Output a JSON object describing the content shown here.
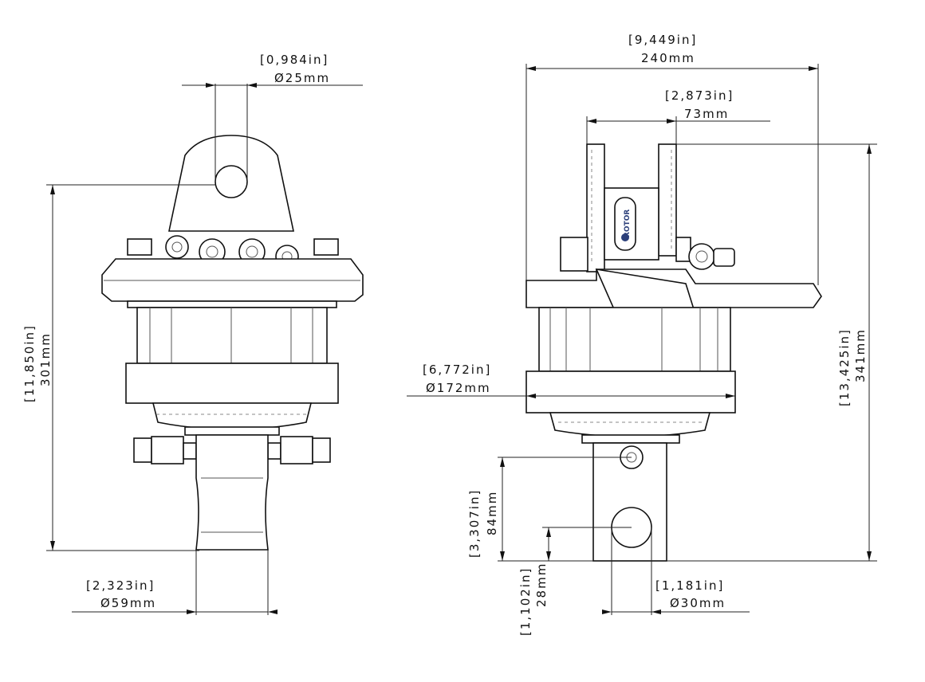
{
  "dimensions": {
    "left_pin_in": "[0,984in]",
    "left_pin_mm": "Ø25mm",
    "left_height_in": "[11,850in]",
    "left_height_mm": "301mm",
    "left_shaft_in": "[2,323in]",
    "left_shaft_mm": "Ø59mm",
    "right_width_in": "[9,449in]",
    "right_width_mm": "240mm",
    "right_slot_in": "[2,873in]",
    "right_slot_mm": "73mm",
    "right_body_in": "[6,772in]",
    "right_body_mm": "Ø172mm",
    "right_height_in": "[13,425in]",
    "right_height_mm": "341mm",
    "right_hole_offset_in": "[3,307in]",
    "right_hole_offset_mm": "84mm",
    "right_hole_bottom_in": "[1,102in]",
    "right_hole_bottom_mm": "28mm",
    "right_hole_in": "[1,181in]",
    "right_hole_mm": "Ø30mm"
  },
  "logo_text": "ROTOR",
  "colors": {
    "line": "#111111",
    "logo": "#2b3f7a"
  }
}
